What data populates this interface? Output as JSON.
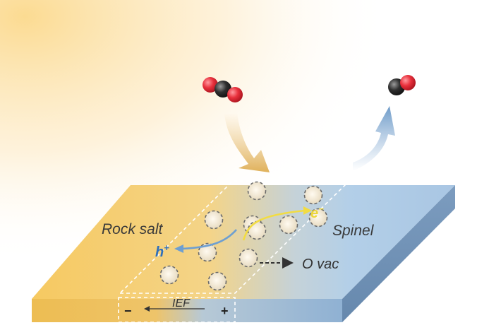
{
  "labels": {
    "rock_salt": "Rock salt",
    "spinel": "Spinel",
    "hole": "h",
    "hole_sup": "+",
    "electron": "e",
    "electron_sup": "−",
    "o_vac": "O vac",
    "ief": "IEF",
    "minus": "−",
    "plus": "+"
  },
  "colors": {
    "rock_salt": "#f7cf6d",
    "spinel": "#a9c8e6",
    "hole_arrow": "#6e9fd1",
    "electron_arrow": "#f2dc42",
    "hole_text": "#2f6fba",
    "electron_text": "#ecd63a",
    "in_arrow": "#e2b65c",
    "out_arrow": "#7ea6cf",
    "oxygen": "#e8303c",
    "carbon": "#2c2c2c"
  },
  "molecules": [
    {
      "name": "CO2",
      "atoms": [
        "O",
        "C",
        "O"
      ]
    },
    {
      "name": "CO",
      "atoms": [
        "C",
        "O"
      ]
    }
  ],
  "oxygen_vacancy_count": 11
}
